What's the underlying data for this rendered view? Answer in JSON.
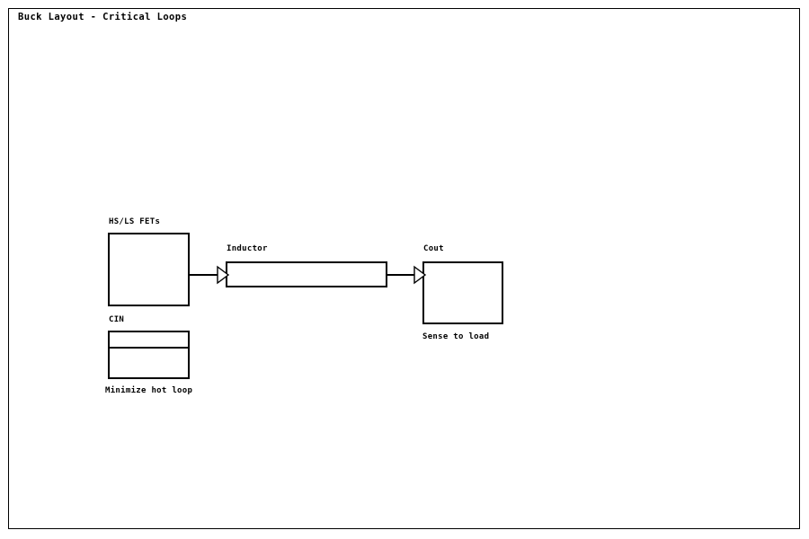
{
  "diagram": {
    "title": "Buck Layout - Critical Loops",
    "background_color": "#ffffff",
    "line_color": "#000000",
    "frame": {
      "present": true
    },
    "blocks": [
      {
        "id": "fets",
        "label": "HS/LS FETs",
        "shape": "rectangle"
      },
      {
        "id": "cin",
        "label": "CIN",
        "shape": "rectangle-divided"
      },
      {
        "id": "inductor",
        "label": "Inductor",
        "shape": "rectangle"
      },
      {
        "id": "cout",
        "label": "Cout",
        "shape": "rectangle"
      }
    ],
    "captions": [
      {
        "id": "hot-loop",
        "text": "Minimize hot loop"
      },
      {
        "id": "sense-to-load",
        "text": "Sense to load"
      }
    ],
    "connectors": [
      {
        "id": "fets-to-inductor",
        "from": "fets",
        "to": "inductor",
        "arrowhead": "open-triangle"
      },
      {
        "id": "inductor-to-cout",
        "from": "inductor",
        "to": "cout",
        "arrowhead": "open-triangle"
      }
    ]
  }
}
